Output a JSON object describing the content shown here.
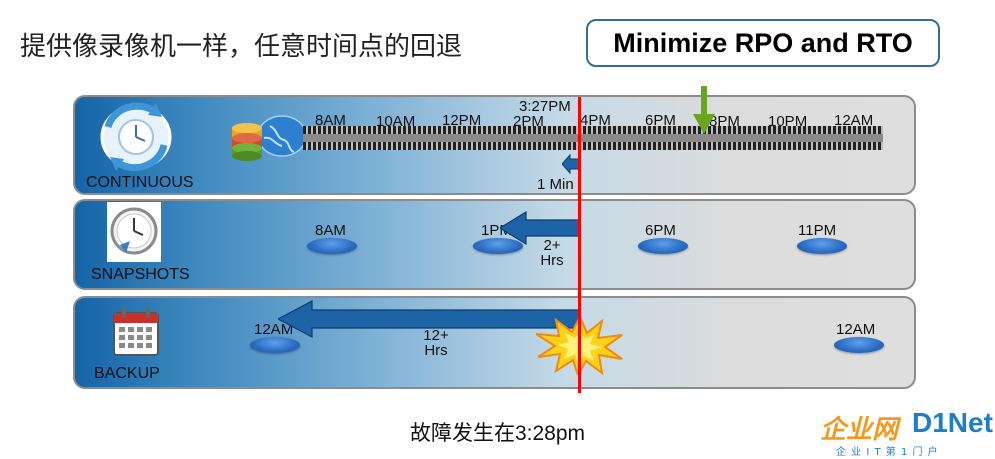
{
  "title": "提供像录像机一样，任意时间点的回退",
  "headline": "Minimize RPO and RTO",
  "rows": {
    "continuous": {
      "label": "CONTINUOUS",
      "ticks": [
        "8AM",
        "10AM",
        "12PM",
        "2PM",
        "4PM",
        "6PM",
        "8PM",
        "10PM",
        "12AM"
      ],
      "current_time": "3:27PM",
      "gap": "1 Min"
    },
    "snapshots": {
      "label": "SNAPSHOTS",
      "points": [
        "8AM",
        "1PM",
        "6PM",
        "11PM"
      ],
      "gap_value": "2+",
      "gap_unit": "Hrs"
    },
    "backup": {
      "label": "BACKUP",
      "points": [
        "12AM",
        "12AM"
      ],
      "gap_value": "12+",
      "gap_unit": "Hrs"
    }
  },
  "failure_caption": "故障发生在3:28pm",
  "logo": {
    "brand_cn": "企业网",
    "brand_en": "D1Net",
    "tagline": "企 业 I T 第 1 门 户"
  },
  "colors": {
    "failure_line": "#ff0000",
    "arrow_fill": "#1d64a6",
    "marker_arrow": "#6aa51f",
    "disk": "#2d6fc6",
    "logo_orange": "#f39a1e",
    "logo_blue": "#1e7fc8"
  }
}
